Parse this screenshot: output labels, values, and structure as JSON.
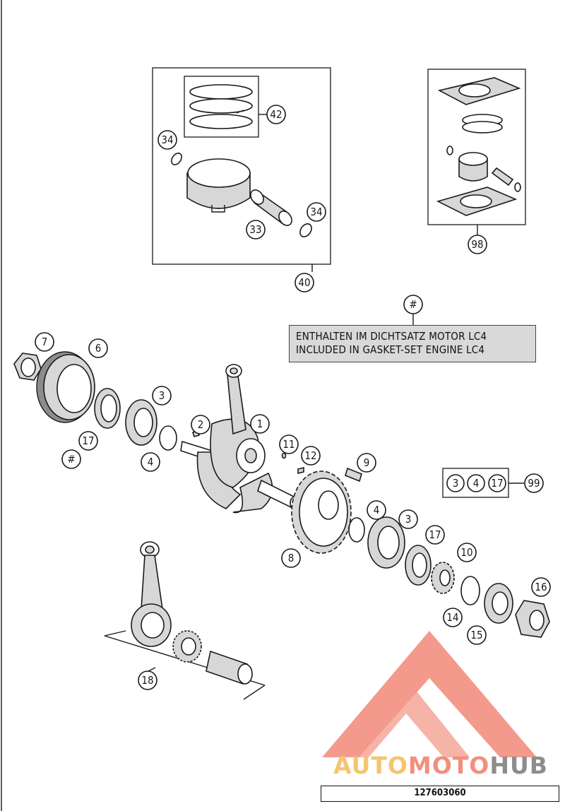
{
  "diagram": {
    "callouts": [
      {
        "id": "c42",
        "label": "42"
      },
      {
        "id": "c34a",
        "label": "34"
      },
      {
        "id": "c34b",
        "label": "34"
      },
      {
        "id": "c33",
        "label": "33"
      },
      {
        "id": "c40",
        "label": "40"
      },
      {
        "id": "c98",
        "label": "98"
      },
      {
        "id": "chash1",
        "label": "#"
      },
      {
        "id": "c7",
        "label": "7"
      },
      {
        "id": "c6",
        "label": "6"
      },
      {
        "id": "c3a",
        "label": "3"
      },
      {
        "id": "c2",
        "label": "2"
      },
      {
        "id": "c1",
        "label": "1"
      },
      {
        "id": "c11",
        "label": "11"
      },
      {
        "id": "c12",
        "label": "12"
      },
      {
        "id": "c9",
        "label": "9"
      },
      {
        "id": "c17a",
        "label": "17"
      },
      {
        "id": "chash2",
        "label": "#"
      },
      {
        "id": "c4a",
        "label": "4"
      },
      {
        "id": "c3b",
        "label": "3"
      },
      {
        "id": "c4b",
        "label": "4"
      },
      {
        "id": "c17b",
        "label": "17"
      },
      {
        "id": "c99",
        "label": "99"
      },
      {
        "id": "c8",
        "label": "8"
      },
      {
        "id": "c10",
        "label": "10"
      },
      {
        "id": "c16",
        "label": "16"
      },
      {
        "id": "c14",
        "label": "14"
      },
      {
        "id": "c15",
        "label": "15"
      },
      {
        "id": "c18",
        "label": "18"
      },
      {
        "id": "k3",
        "label": "3"
      },
      {
        "id": "k4",
        "label": "4"
      },
      {
        "id": "k17",
        "label": "17"
      }
    ],
    "note": {
      "line1": "ENTHALTEN IM DICHTSATZ MOTOR LC4",
      "line2": "INCLUDED IN GASKET-SET ENGINE LC4"
    },
    "part_number": "127603060"
  },
  "watermark": {
    "word1": "AUTO",
    "word2": "MOTO",
    "word3": "HUB",
    "colors": {
      "auto": "#f5c46e",
      "moto": "#f28f7d",
      "hub": "#8d8d8d",
      "logo": "#f2897a"
    }
  }
}
